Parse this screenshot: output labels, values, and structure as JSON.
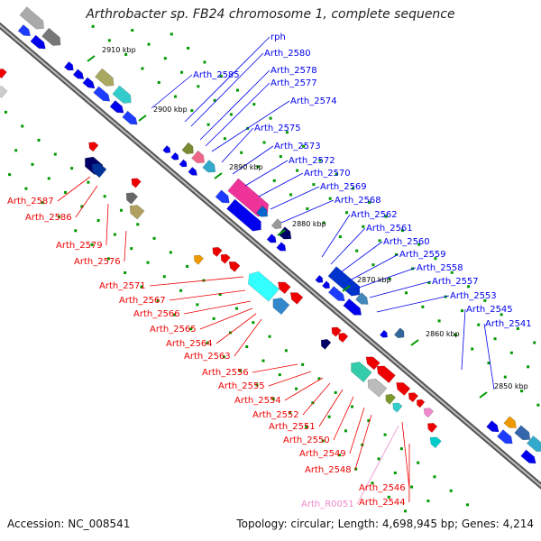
{
  "title": "Arthrobacter sp. FB24 chromosome 1, complete sequence",
  "accession": "Accession: NC_008541",
  "topology": "Topology: circular; Length: 4,698,945 bp; Genes: 4,214",
  "colors": {
    "forward": "#0000ee",
    "reverse": "#ee0000",
    "rna": "#ee88cc",
    "backbone": "#888888",
    "tick": "#009900"
  },
  "scale_labels": [
    "2910 kbp",
    "2900 kbp",
    "2890 kbp",
    "2880 kbp",
    "2870 kbp",
    "2860 kbp",
    "2850 kbp"
  ],
  "forward_labels": [
    "rph",
    "Arth_2580",
    "Arth_2585",
    "Arth_2578",
    "Arth_2577",
    "Arth_2574",
    "Arth_2575",
    "Arth_2573",
    "Arth_2572",
    "Arth_2570",
    "Arth_2569",
    "Arth_2568",
    "Arth_2562",
    "Arth_2561",
    "Arth_2560",
    "Arth_2559",
    "Arth_2558",
    "Arth_2557",
    "Arth_2553",
    "Arth_2545",
    "Arth_2541"
  ],
  "reverse_labels": [
    "Arth_2587",
    "Arth_2586",
    "Arth_2579",
    "Arth_2576",
    "Arth_2571",
    "Arth_2567",
    "Arth_2566",
    "Arth_2565",
    "Arth_2564",
    "Arth_2563",
    "Arth_2556",
    "Arth_2555",
    "Arth_2554",
    "Arth_2552",
    "Arth_2551",
    "Arth_2550",
    "Arth_2549",
    "Arth_2548",
    "Arth_2546",
    "Arth_R0051",
    "Arth_2544"
  ]
}
